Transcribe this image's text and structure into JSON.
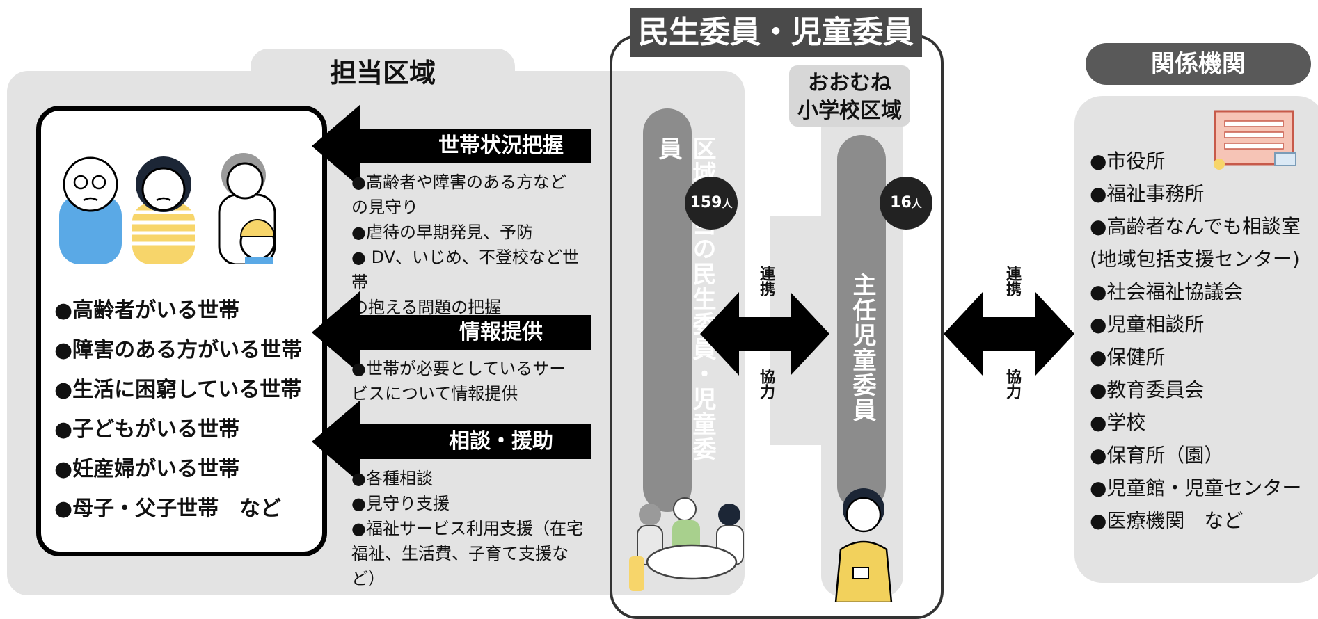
{
  "left": {
    "title": "担当区域",
    "households": [
      "●高齢者がいる世帯",
      "●障害のある方がいる世帯",
      "●生活に困窮している世帯",
      "●子どもがいる世帯",
      "●妊産婦がいる世帯",
      "●母子・父子世帯　など"
    ],
    "actions": [
      {
        "label": "世帯状況把握",
        "lines": [
          "●高齢者や障害のある方など",
          "の見守り",
          "●虐待の早期発見、予防",
          "● DV、いじめ、不登校など世帯",
          "の抱える問題の把握"
        ]
      },
      {
        "label": "情報提供",
        "lines": [
          "●世帯が必要としているサー",
          "ビスについて情報提供"
        ]
      },
      {
        "label": "相談・援助",
        "lines": [
          "●各種相談",
          "●見守り支援",
          "●福祉サービス利用支援（在宅",
          "福祉、生活費、子育て支援など）"
        ]
      }
    ]
  },
  "center": {
    "title": "民生委員・児童委員",
    "district": [
      "おおむね",
      "小学校区域"
    ],
    "members": [
      {
        "role": "区域担当の民生委員・児童委員",
        "count": "159",
        "unit": "人"
      },
      {
        "role": "主任児童委員",
        "count": "16",
        "unit": "人"
      }
    ],
    "link_top": "連携",
    "link_bottom": "協力"
  },
  "right": {
    "title": "関係機関",
    "link_top": "連携",
    "link_bottom": "協力",
    "agencies": [
      "●市役所",
      "●福祉事務所",
      "●高齢者なんでも相談室",
      "(地域包括支援センター)",
      "●社会福祉協議会",
      "●児童相談所",
      "●保健所",
      "●教育委員会",
      "●学校",
      "●保育所（園）",
      "●児童館・児童センター",
      "●医療機関　など"
    ]
  },
  "colors": {
    "panel": "#e3e3e3",
    "pill": "#8c8c8c",
    "dark": "#222222",
    "title_bg": "#4a4a4a",
    "agency_title": "#595959"
  }
}
